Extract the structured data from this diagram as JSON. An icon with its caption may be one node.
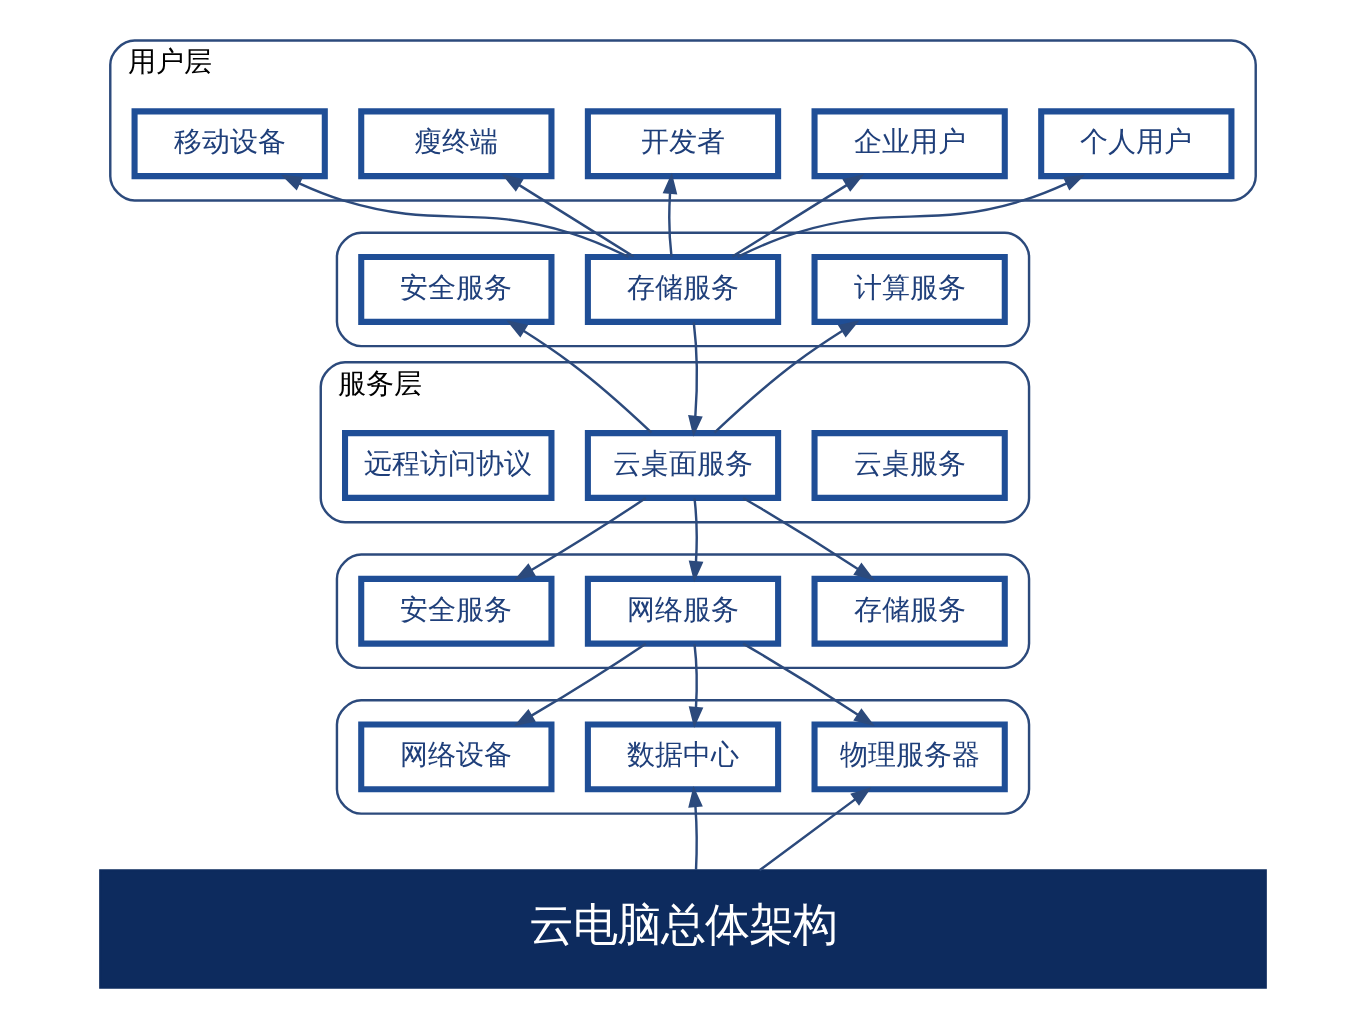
{
  "diagram": {
    "nodes": [
      {
        "text": [
          "用户层"
        ]
      },
      {
        "text": [
          "个人用户"
        ],
        "in": 0
      },
      {
        "text": [
          "企业用户"
        ],
        "in": 0
      },
      {
        "text": [
          "开发者"
        ],
        "in": 0
      },
      {
        "text": [
          "瘦终端"
        ],
        "in": 0
      },
      {
        "text": [
          "移动设备"
        ],
        "in": 0
      },
      {
        "text": [],
        "shape": "box"
      },
      {
        "text": [
          "计算服务"
        ],
        "in": 6
      },
      {
        "text": [
          "存储服务"
        ],
        "in": 6
      },
      {
        "text": [
          "安全服务"
        ],
        "in": 6
      },
      {
        "text": [
          "服务层"
        ]
      },
      {
        "text": [
          "云桌服务"
        ],
        "in": 10
      },
      {
        "text": [
          "云桌面服务"
        ],
        "in": 10
      },
      {
        "text": [
          "远程访问协议"
        ],
        "in": 10
      },
      {
        "text": [],
        "shape": "box"
      },
      {
        "text": [
          "存储服务"
        ],
        "in": 14
      },
      {
        "text": [
          "网络服务"
        ],
        "in": 14
      },
      {
        "text": [
          "安全服务"
        ],
        "in": 14
      },
      {
        "text": [],
        "shape": "box"
      },
      {
        "text": [
          "物理服务器"
        ],
        "in": 18
      },
      {
        "text": [
          "数据中心"
        ],
        "in": 18
      },
      {
        "text": [
          "网络设备"
        ],
        "in": 18
      },
      {
        "text": [
          "云电脑总体架构"
        ]
      }
    ],
    "edges": [
      {
        "from": 8,
        "to": 1,
        "arrow": "to"
      },
      {
        "from": 8,
        "to": 2,
        "arrow": "to"
      },
      {
        "from": 8,
        "to": 3,
        "arrow": "to"
      },
      {
        "from": 8,
        "to": 4,
        "arrow": "to"
      },
      {
        "from": 8,
        "to": 5,
        "arrow": "to"
      },
      {
        "from": 12,
        "to": 7,
        "arrow": "to"
      },
      {
        "from": 8,
        "to": 12,
        "arrow": "to"
      },
      {
        "from": 12,
        "to": 9,
        "arrow": "to"
      },
      {
        "from": 12,
        "to": 15,
        "arrow": "to"
      },
      {
        "from": 12,
        "to": 16,
        "arrow": "to"
      },
      {
        "from": 12,
        "to": 17,
        "arrow": "to"
      },
      {
        "from": 16,
        "to": 19,
        "arrow": "to"
      },
      {
        "from": 16,
        "to": 20,
        "arrow": "to"
      },
      {
        "from": 16,
        "to": 21,
        "arrow": "to"
      },
      {
        "from": 22,
        "to": 19,
        "arrow": "to"
      },
      {
        "from": 22,
        "to": 20,
        "arrow": "to"
      }
    ]
  }
}
